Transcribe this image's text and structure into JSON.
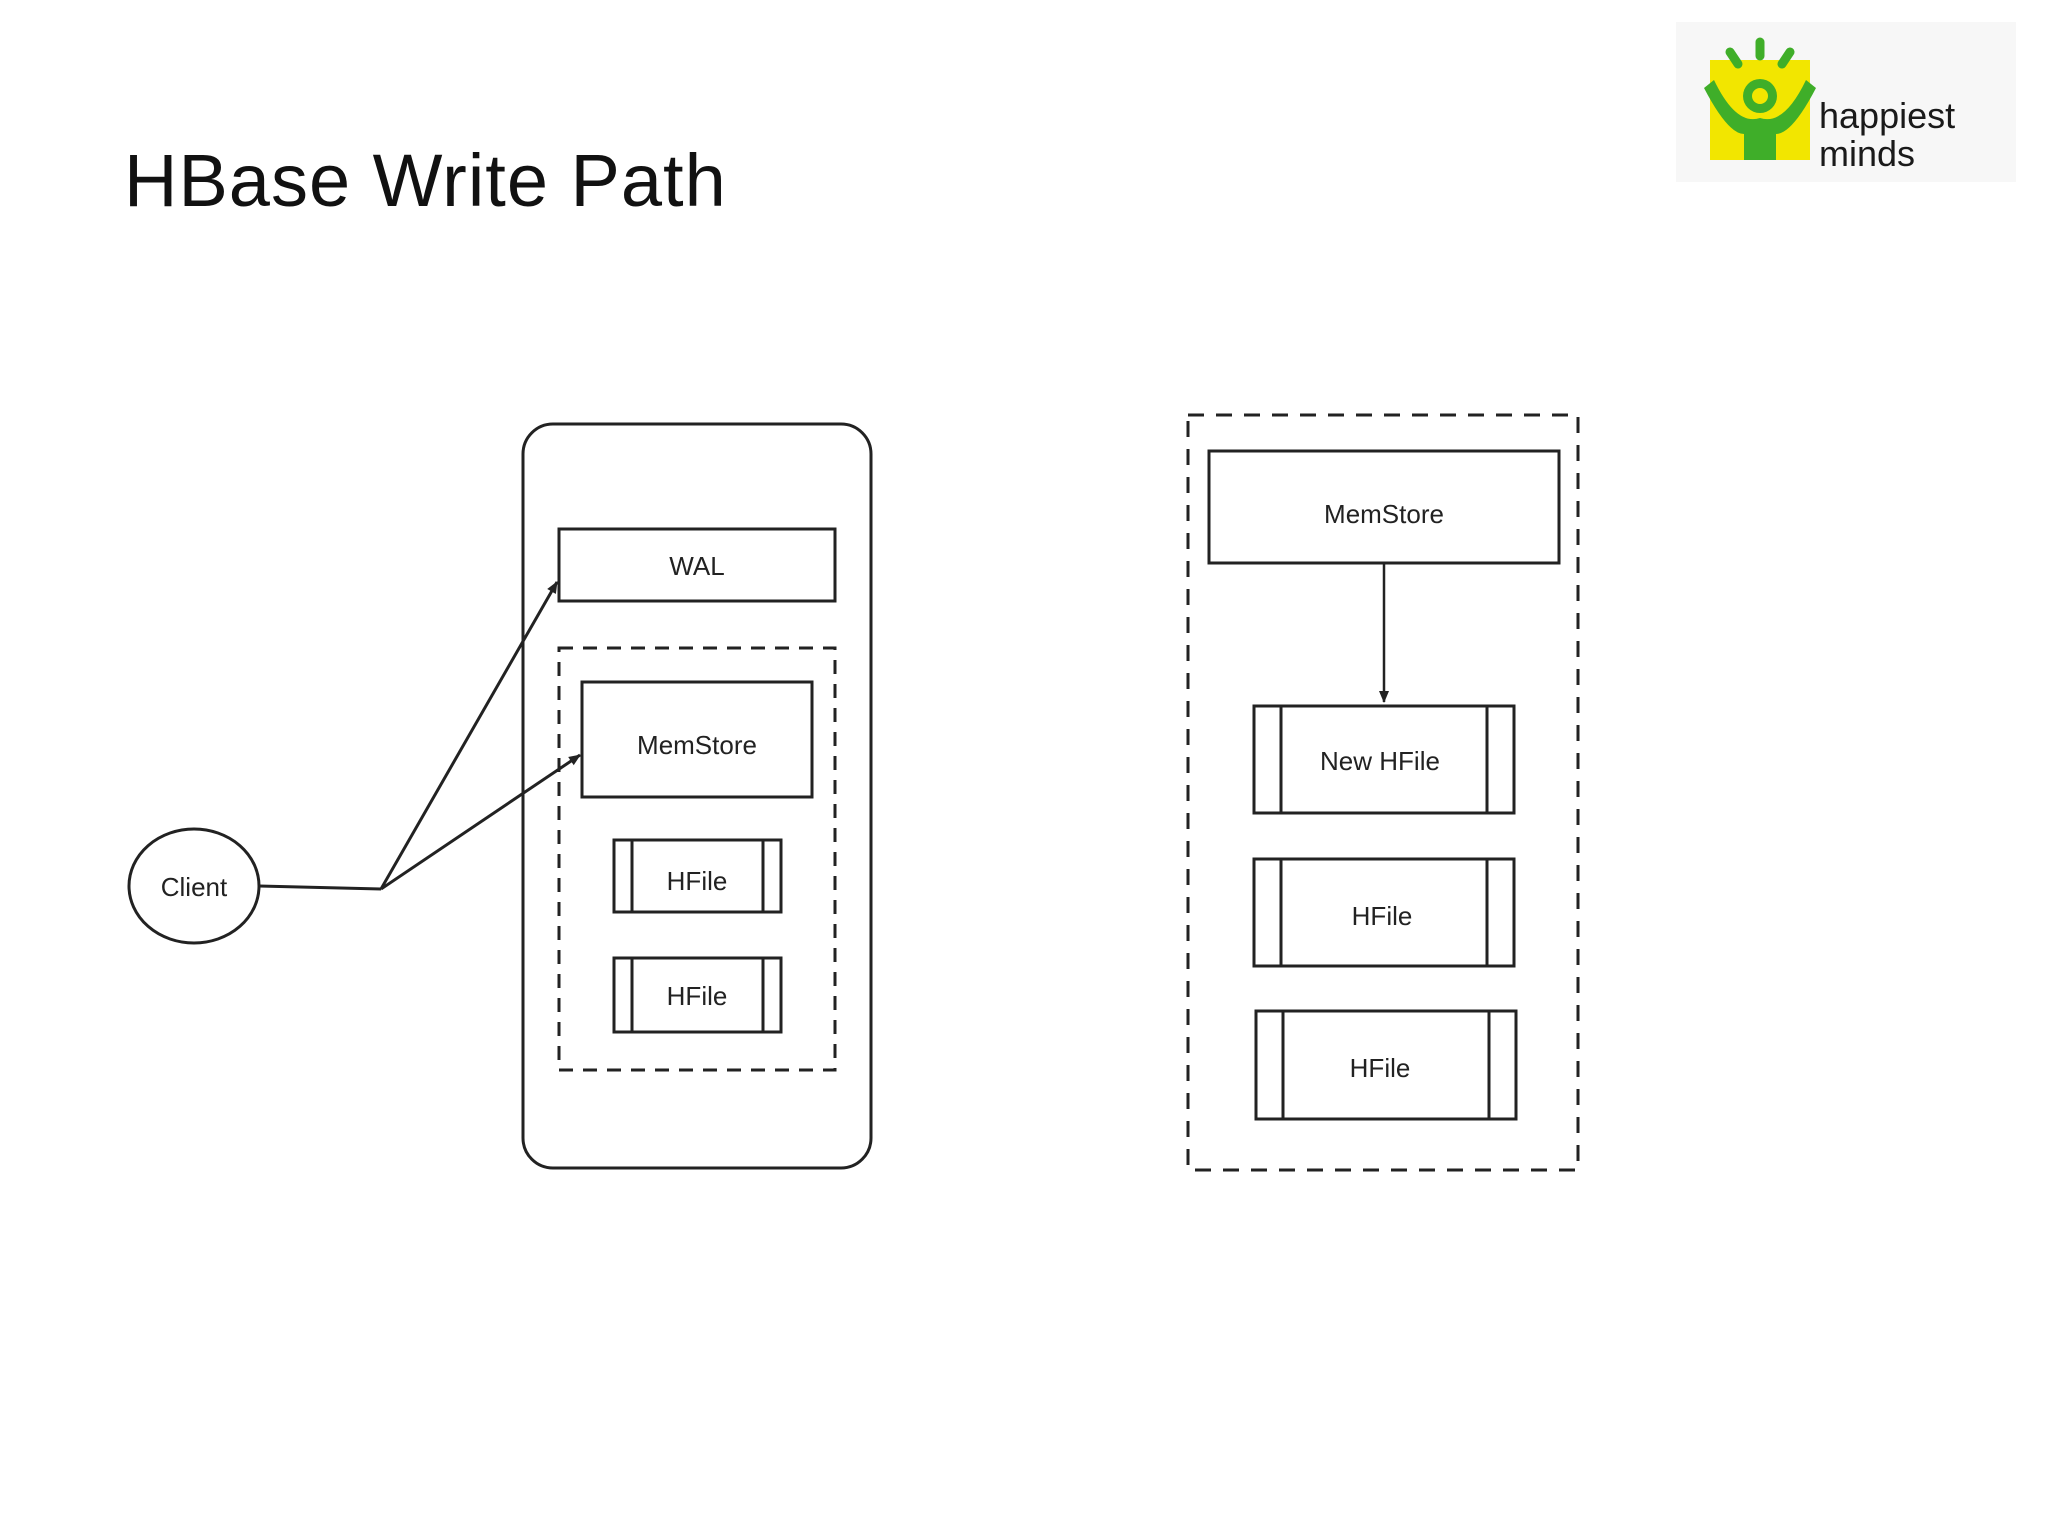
{
  "title": "HBase Write Path",
  "logo": {
    "line1": "happiest",
    "line2": "minds",
    "icon": "happiest-minds-logo",
    "colors": {
      "yellow": "#f2e600",
      "green": "#3fae29"
    }
  },
  "diagram_left": {
    "client_label": "Client",
    "wal_label": "WAL",
    "memstore_label": "MemStore",
    "hfile_labels": [
      "HFile",
      "HFile"
    ]
  },
  "diagram_right": {
    "memstore_label": "MemStore",
    "new_hfile_label": "New HFile",
    "hfile_labels": [
      "HFile",
      "HFile"
    ]
  }
}
